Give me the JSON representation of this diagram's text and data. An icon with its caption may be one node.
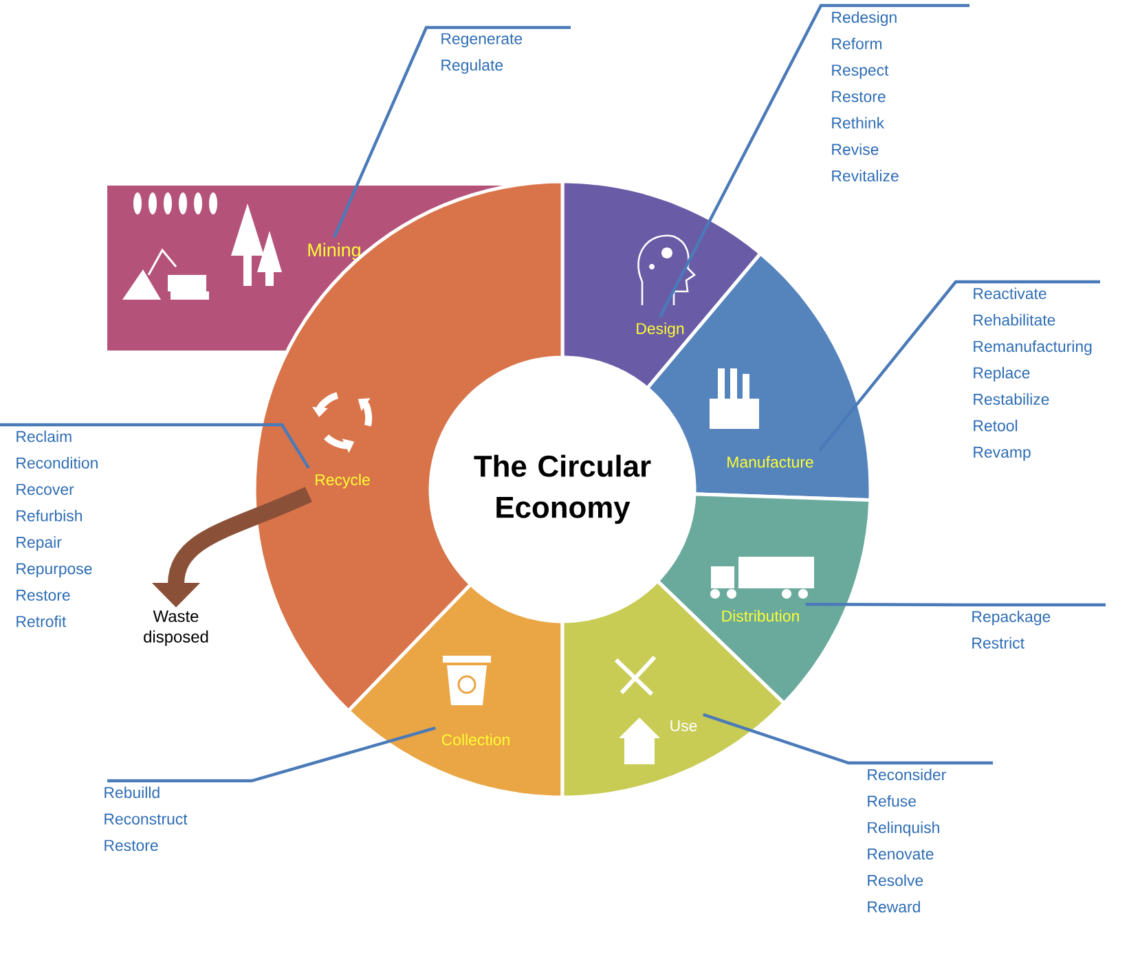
{
  "diagram": {
    "nodes": [
      {
        "text": [
          "Regenerate",
          "Regulate"
        ]
      },
      {
        "text": [
          "Redesign",
          "Reform",
          "Respect",
          "Restore",
          "Rethink",
          "Revise",
          "Revitalize"
        ]
      },
      {
        "text": [
          "Mining"
        ]
      },
      {
        "text": [
          "Design"
        ]
      },
      {
        "text": [
          "Reactivate",
          "Rehabilitate",
          "Remanufacturing",
          "Replace",
          "Restabilize",
          "Retool",
          "Revamp"
        ]
      },
      {
        "text": [
          "Recycle"
        ]
      },
      {
        "text": [
          "Manufacture"
        ]
      },
      {
        "text": [
          "The Circular Economy"
        ]
      },
      {
        "text": [
          "Reclaim",
          "Recondition",
          "Recover",
          "Refurbish",
          "Repair",
          "Repurpose",
          "Restore",
          "Retrofit"
        ]
      },
      {
        "text": [
          "Distribution"
        ]
      },
      {
        "text": [
          "Repackage",
          "Restrict"
        ]
      },
      {
        "text": [
          "Waste disposed"
        ]
      },
      {
        "text": [
          "Collection"
        ]
      },
      {
        "text": [
          "Use"
        ]
      },
      {
        "text": [
          "Rebuilld",
          "Reconstruct",
          "Restore"
        ]
      },
      {
        "text": [
          "Reconsider",
          "Refuse",
          "Relinquish",
          "Renovate",
          "Resolve",
          "Reward"
        ]
      }
    ],
    "edges": [
      {
        "from": 0,
        "to": 2,
        "arrow": "none"
      },
      {
        "from": 1,
        "to": 3,
        "arrow": "none"
      },
      {
        "from": 4,
        "to": 6,
        "arrow": "none"
      },
      {
        "from": 8,
        "to": 5,
        "arrow": "none"
      },
      {
        "from": 10,
        "to": 9,
        "arrow": "none"
      },
      {
        "from": 14,
        "to": 12,
        "arrow": "none"
      },
      {
        "from": 15,
        "to": 13,
        "arrow": "none"
      },
      {
        "from": 5,
        "to": 11,
        "arrow": "to",
        "style": "thick",
        "color": "#8b5038"
      }
    ]
  }
}
